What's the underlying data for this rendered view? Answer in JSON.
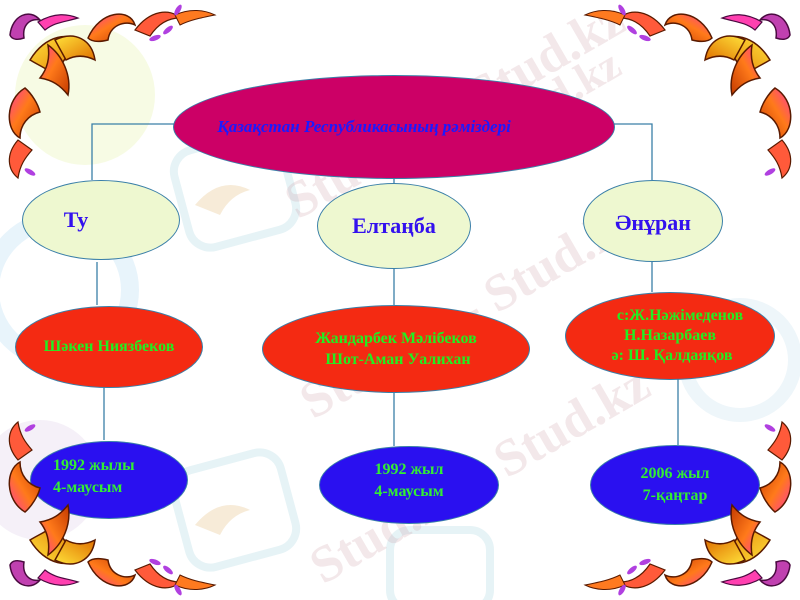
{
  "diagram": {
    "title": "Қазақстан Республикасының рәміздері",
    "symbols": [
      {
        "name": "Ту",
        "authors": [
          "Шәкен Ниязбеков"
        ],
        "date": [
          "1992 жылы",
          "4-маусым"
        ]
      },
      {
        "name": "Елтаңба",
        "authors": [
          "Жандарбек Мәлібеков",
          "Шот-Аман Уалихан"
        ],
        "date": [
          "1992 жыл",
          "4-маусым"
        ]
      },
      {
        "name": "Әнұран",
        "authors": [
          "с:Ж.Нәжімеденов",
          "Н.Назарбаев",
          "ә: Ш. Қалдаяқов"
        ],
        "date": [
          "2006 жыл",
          "7-қаңтар"
        ]
      }
    ]
  },
  "colors": {
    "root_fill": "#cc0066",
    "root_text": "#1a1aff",
    "symbol_fill": "#eef8d0",
    "symbol_text": "#3311ee",
    "author_fill": "#f42a12",
    "author_text": "#22ee22",
    "date_fill": "#2a10f0",
    "date_text": "#33ee33",
    "connector": "#3a7fa8"
  },
  "watermarks": [
    "Stud.kz - Stud.kz",
    "Stud.kz - Stud.kz",
    "Stud.kz - Stud.kz",
    "Stud.kz"
  ],
  "ornaments": [
    "corner-ornament-top-left",
    "corner-ornament-top-right",
    "corner-ornament-bottom-left",
    "corner-ornament-bottom-right"
  ]
}
